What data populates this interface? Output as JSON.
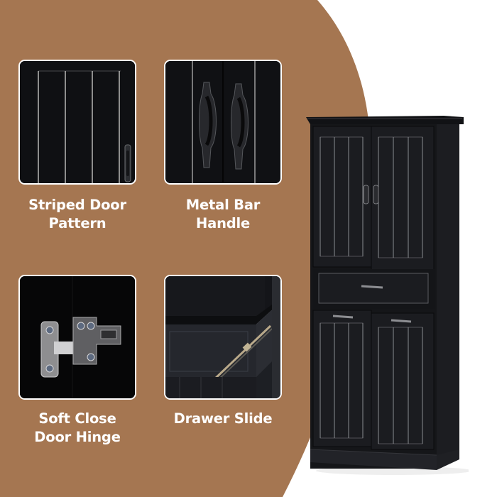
{
  "colors": {
    "background": "#ffffff",
    "accent_brown": "#a57651",
    "cabinet_black": "#1b1c20",
    "caption_text": "#ffffff"
  },
  "features": [
    {
      "id": "striped-door",
      "line1": "Striped Door",
      "line2": "Pattern",
      "image": "striped-door-closeup"
    },
    {
      "id": "metal-handle",
      "line1": "Metal Bar",
      "line2": "Handle",
      "image": "metal-bar-handle-closeup"
    },
    {
      "id": "hinge",
      "line1": "Soft Close",
      "line2": "Door Hinge",
      "image": "soft-close-hinge-closeup"
    },
    {
      "id": "drawer-slide",
      "line1": "Drawer Slide",
      "line2": "",
      "image": "drawer-slide-closeup"
    }
  ],
  "product": {
    "name": "black-storage-cabinet",
    "upper_doors": 2,
    "drawers": 1,
    "lower_doors": 2
  }
}
